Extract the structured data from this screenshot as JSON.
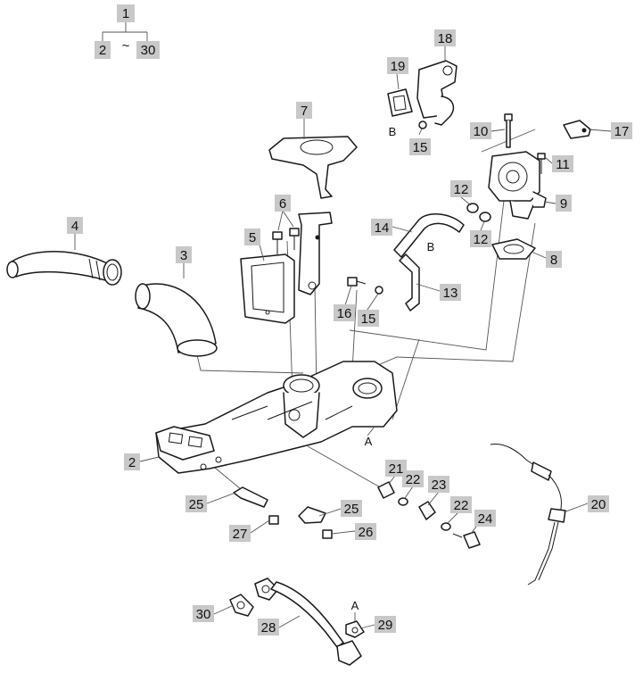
{
  "diagram": {
    "legend": {
      "root": "1",
      "from": "2",
      "tilde": "~",
      "to": "30"
    },
    "callouts": [
      {
        "id": "c4",
        "text": "4"
      },
      {
        "id": "c3",
        "text": "3"
      },
      {
        "id": "c5",
        "text": "5"
      },
      {
        "id": "c6",
        "text": "6"
      },
      {
        "id": "c7",
        "text": "7"
      },
      {
        "id": "c19",
        "text": "19"
      },
      {
        "id": "c18",
        "text": "18"
      },
      {
        "id": "c15a",
        "text": "15"
      },
      {
        "id": "c10",
        "text": "10"
      },
      {
        "id": "c17",
        "text": "17"
      },
      {
        "id": "c11",
        "text": "11"
      },
      {
        "id": "c12a",
        "text": "12"
      },
      {
        "id": "c9",
        "text": "9"
      },
      {
        "id": "c12b",
        "text": "12"
      },
      {
        "id": "c14",
        "text": "14"
      },
      {
        "id": "c8",
        "text": "8"
      },
      {
        "id": "c13",
        "text": "13"
      },
      {
        "id": "c16",
        "text": "16"
      },
      {
        "id": "c15b",
        "text": "15"
      },
      {
        "id": "c2",
        "text": "2"
      },
      {
        "id": "c21",
        "text": "21"
      },
      {
        "id": "c22a",
        "text": "22"
      },
      {
        "id": "c23",
        "text": "23"
      },
      {
        "id": "c22b",
        "text": "22"
      },
      {
        "id": "c24",
        "text": "24"
      },
      {
        "id": "c20",
        "text": "20"
      },
      {
        "id": "c25a",
        "text": "25"
      },
      {
        "id": "c25b",
        "text": "25"
      },
      {
        "id": "c27",
        "text": "27"
      },
      {
        "id": "c26",
        "text": "26"
      },
      {
        "id": "c30",
        "text": "30"
      },
      {
        "id": "c28",
        "text": "28"
      },
      {
        "id": "c29",
        "text": "29"
      }
    ],
    "connection_marks": [
      {
        "id": "mB1",
        "text": "B"
      },
      {
        "id": "mB2",
        "text": "B"
      },
      {
        "id": "mA1",
        "text": "A"
      },
      {
        "id": "mA2",
        "text": "A"
      }
    ]
  }
}
